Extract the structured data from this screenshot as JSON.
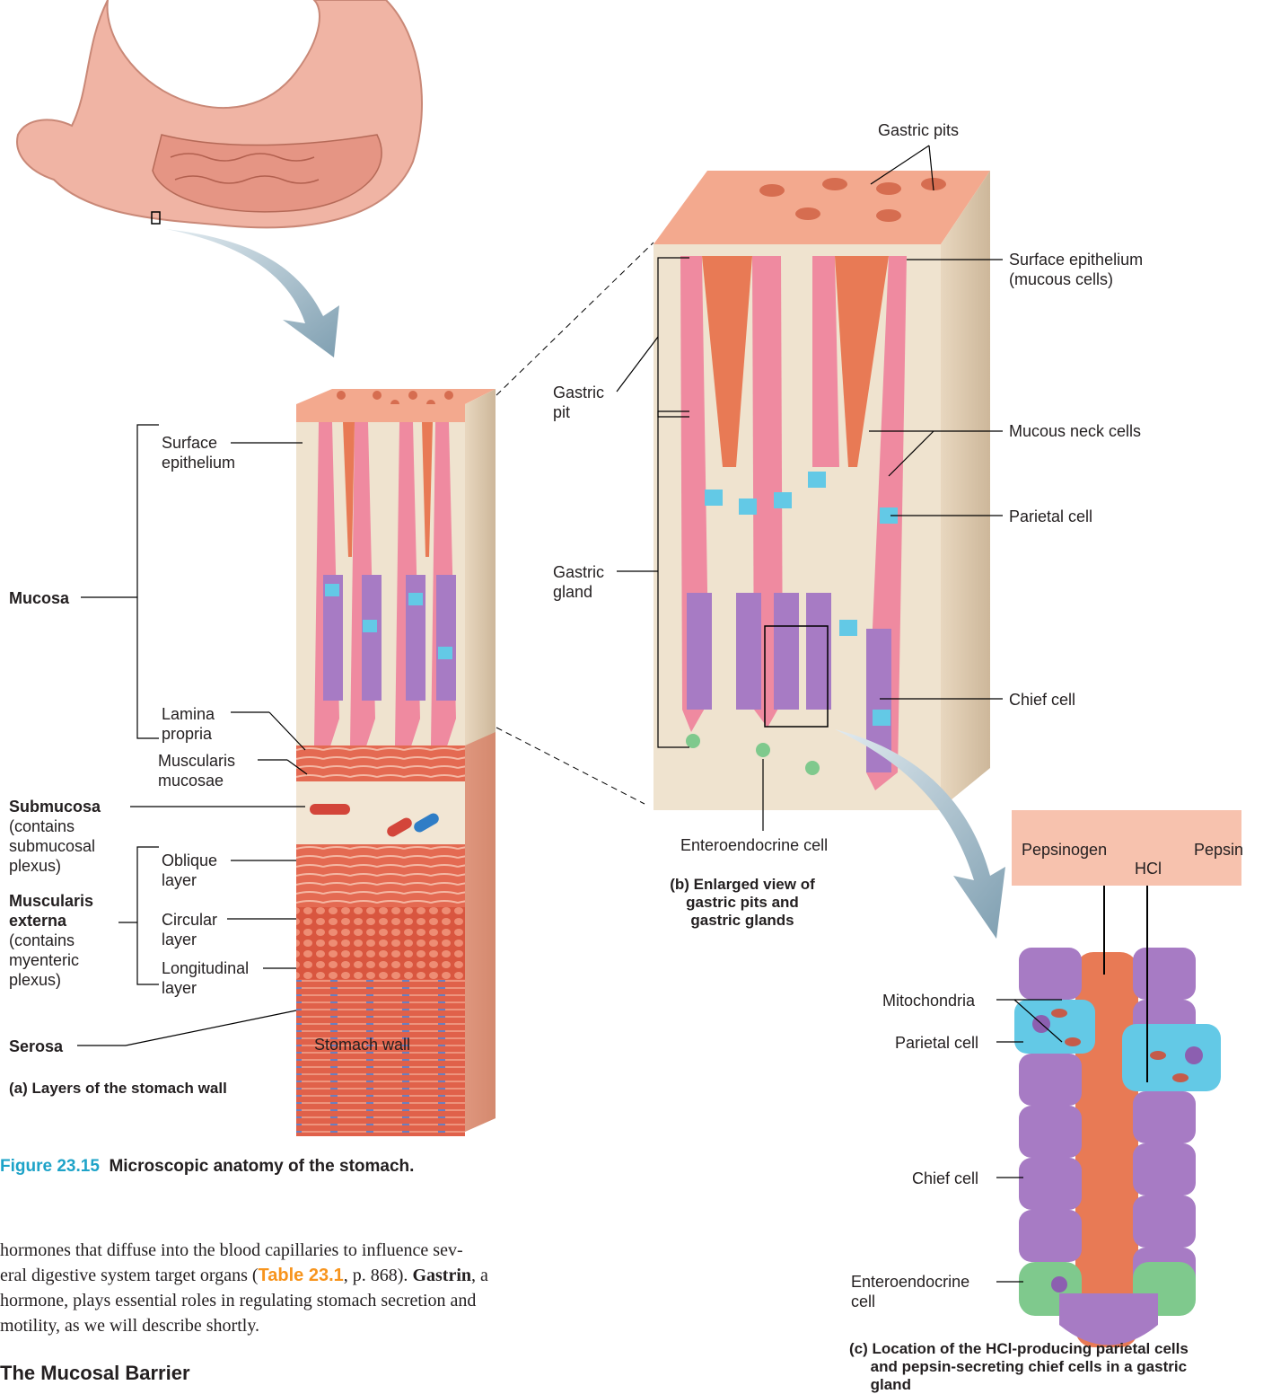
{
  "figure": {
    "number": "Figure 23.15",
    "title": "Microscopic anatomy of the stomach."
  },
  "panel_a": {
    "caption": "(a) Layers of the stomach wall",
    "stomach_wall_label": "Stomach wall",
    "labels": {
      "surface_epithelium_1": "Surface",
      "surface_epithelium_2": "epithelium",
      "mucosa": "Mucosa",
      "lamina_propria_1": "Lamina",
      "lamina_propria_2": "propria",
      "muscularis_mucosae_1": "Muscularis",
      "muscularis_mucosae_2": "mucosae",
      "submucosa": "Submucosa",
      "submucosa_note_1": "(contains",
      "submucosa_note_2": "submucosal",
      "submucosa_note_3": "plexus)",
      "oblique_1": "Oblique",
      "oblique_2": "layer",
      "muscularis_externa_1": "Muscularis",
      "muscularis_externa_2": "externa",
      "muscularis_externa_note_1": "(contains",
      "muscularis_externa_note_2": "myenteric",
      "muscularis_externa_note_3": "plexus)",
      "circular_1": "Circular",
      "circular_2": "layer",
      "longitudinal_1": "Longitudinal",
      "longitudinal_2": "layer",
      "serosa": "Serosa"
    }
  },
  "panel_b": {
    "caption_1": "(b) Enlarged view of",
    "caption_2": "gastric pits and",
    "caption_3": "gastric glands",
    "labels": {
      "gastric_pits": "Gastric pits",
      "surface_epithelium_1": "Surface epithelium",
      "surface_epithelium_2": "(mucous cells)",
      "gastric_pit_1": "Gastric",
      "gastric_pit_2": "pit",
      "mucous_neck_cells": "Mucous neck cells",
      "parietal_cell": "Parietal cell",
      "gastric_gland_1": "Gastric",
      "gastric_gland_2": "gland",
      "chief_cell": "Chief cell",
      "enteroendocrine_cell": "Enteroendocrine cell"
    }
  },
  "panel_c": {
    "caption_1": "(c) Location of the HCl-producing parietal cells",
    "caption_2": "and pepsin-secreting chief cells in a gastric",
    "caption_3": "gland",
    "reaction": {
      "substrate": "Pepsinogen",
      "product": "Pepsin",
      "agent": "HCl"
    },
    "labels": {
      "mitochondria": "Mitochondria",
      "parietal_cell": "Parietal cell",
      "chief_cell": "Chief cell",
      "enteroendocrine_1": "Enteroendocrine",
      "enteroendocrine_2": "cell"
    }
  },
  "body_text": {
    "line1": "hormones that diffuse into the blood capillaries to influence sev-",
    "line2_a": "eral digestive system target organs (",
    "line2_ref": "Table 23.1",
    "line2_b": ", p. 868). ",
    "line2_bold": "Gastrin",
    "line2_c": ", a",
    "line3": "hormone, plays essential roles in regulating stomach secretion and",
    "line4": "motility, as we will describe shortly."
  },
  "section_heading": "The Mucosal Barrier",
  "colors": {
    "tissue_surface": "#f3a98e",
    "epithelium_pink": "#ef8aa0",
    "chief_purple": "#a77bc4",
    "parietal_blue": "#63c9e6",
    "entero_green": "#7fc98d",
    "lumen_orange": "#e87a55",
    "muscle_red": "#d9563f",
    "arrow_grey_blue": "#8aa7b8",
    "figure_number": "#1ea3c8",
    "table_ref": "#f7941d",
    "reaction_box": "#f7c2ae"
  }
}
